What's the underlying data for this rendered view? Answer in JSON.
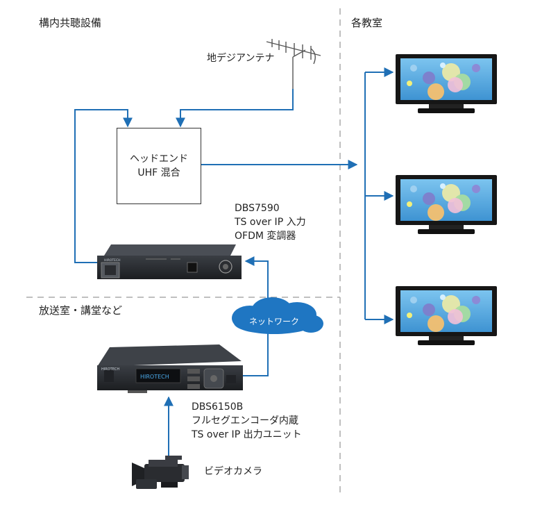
{
  "regions": {
    "left_top": "構内共聴設備",
    "right": "各教室",
    "left_bottom": "放送室・講堂など"
  },
  "antenna": {
    "label": "地デジアンテナ"
  },
  "headend": {
    "line1": "ヘッドエンド",
    "line2": "UHF 混合"
  },
  "modulator": {
    "lines": [
      "DBS7590",
      "TS over IP 入力",
      "OFDM 変調器"
    ],
    "brand": "HIROTECH"
  },
  "network": {
    "label": "ネットワーク"
  },
  "encoder": {
    "lines": [
      "DBS6150B",
      "フルセグエンコーダ内蔵",
      "TS over IP 出力ユニット"
    ],
    "brand": "HIROTECH",
    "display_text": "HIROTECH"
  },
  "camera": {
    "label": "ビデオカメラ"
  },
  "colors": {
    "connector": "#1f6fb5",
    "divider": "#aaaaaa",
    "device_body": "#26292d",
    "tv_frame": "#161616",
    "screen": "#4ea3dd",
    "cloud": "#1f76c2"
  }
}
